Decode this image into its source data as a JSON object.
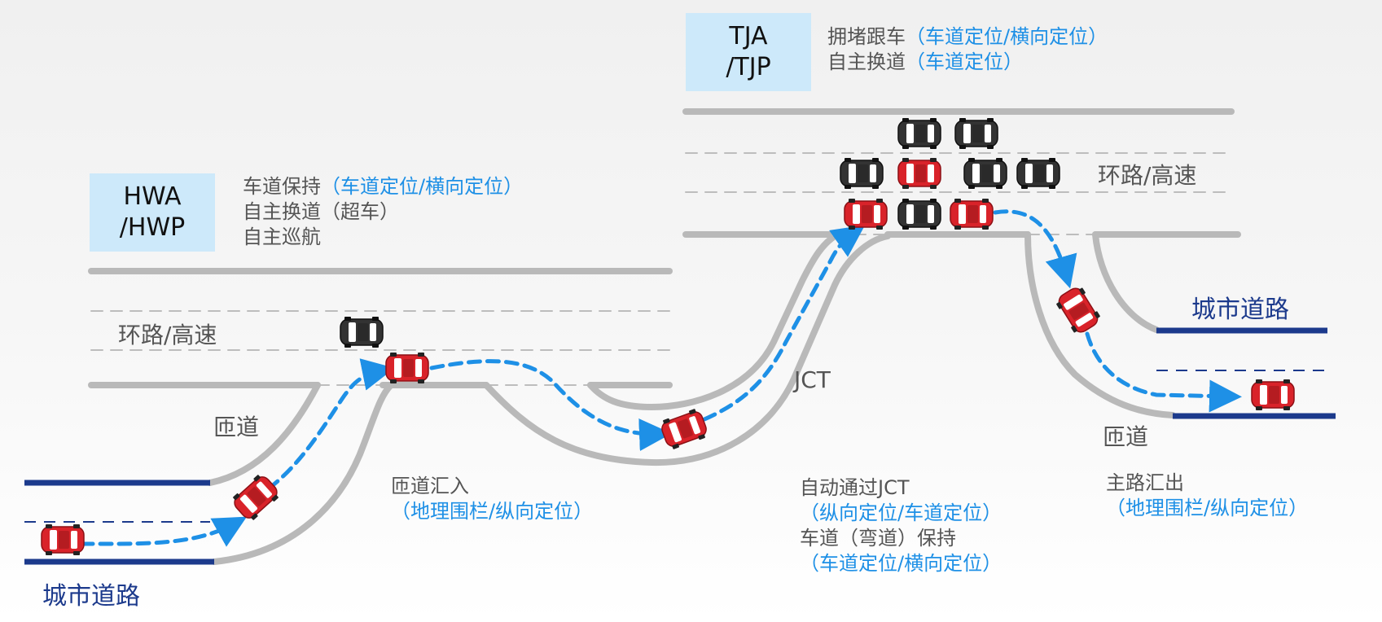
{
  "modes": {
    "hwa": {
      "tag_line1": "HWA",
      "tag_line2": "/HWP",
      "features": [
        {
          "main": "车道保持",
          "sub": "（车道定位/横向定位）"
        },
        {
          "main": "自主换道（超车）",
          "sub": ""
        },
        {
          "main": "自主巡航",
          "sub": ""
        }
      ]
    },
    "tja": {
      "tag_line1": "TJA",
      "tag_line2": "/TJP",
      "features": [
        {
          "main": "拥堵跟车",
          "sub": "（车道定位/横向定位）"
        },
        {
          "main": "自主换道",
          "sub": "（车道定位）"
        }
      ]
    }
  },
  "road_labels": {
    "loop_highway_left": "环路/高速",
    "loop_highway_right": "环路/高速",
    "ramp_left": "匝道",
    "ramp_right": "匝道",
    "jct": "JCT",
    "city_road_left": "城市道路",
    "city_road_right": "城市道路"
  },
  "scenarios": {
    "ramp_merge": {
      "line1": "匝道汇入",
      "line2": "（地理围栏/纵向定位）"
    },
    "jct_pass": {
      "line1": "自动通过JCT",
      "line2": "（纵向定位/车道定位）",
      "line3": "车道（弯道）保持",
      "line4": "（车道定位/横向定位）"
    },
    "main_exit": {
      "line1": "主路汇出",
      "line2": "（地理围栏/纵向定位）"
    }
  },
  "colors": {
    "road_gray": "#b9b9b9",
    "lane_dash": "#bdbdbd",
    "city_road_blue": "#1c3a8c",
    "path_blue": "#1e90e6",
    "ego_car_red": "#d9232a",
    "other_car_dark": "#333333",
    "tag_bg": "#cde9fa"
  },
  "icons": {
    "ego_car": "red-car-icon",
    "other_car": "dark-car-icon"
  }
}
